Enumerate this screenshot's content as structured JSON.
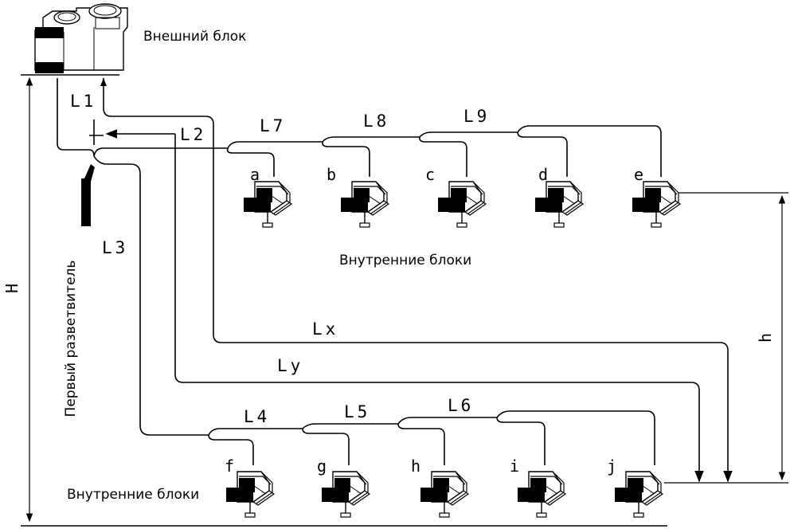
{
  "outdoor_unit_label": "Внешний блок",
  "first_branch_label": "Первый разветвитель",
  "indoor_units_top_label": "Внутренние блоки",
  "indoor_units_bottom_label": "Внутренние блоки",
  "height_total_label": "H",
  "height_diff_label": "h",
  "pipe_labels": {
    "L1": "L1",
    "L2": "L2",
    "L3": "L3",
    "L4": "L4",
    "L5": "L5",
    "L6": "L6",
    "L7": "L7",
    "L8": "L8",
    "L9": "L9",
    "Lx": "Lx",
    "Ly": "Ly"
  },
  "indoor_units_top": [
    "a",
    "b",
    "c",
    "d",
    "e"
  ],
  "indoor_units_bottom": [
    "f",
    "g",
    "h",
    "i",
    "j"
  ]
}
